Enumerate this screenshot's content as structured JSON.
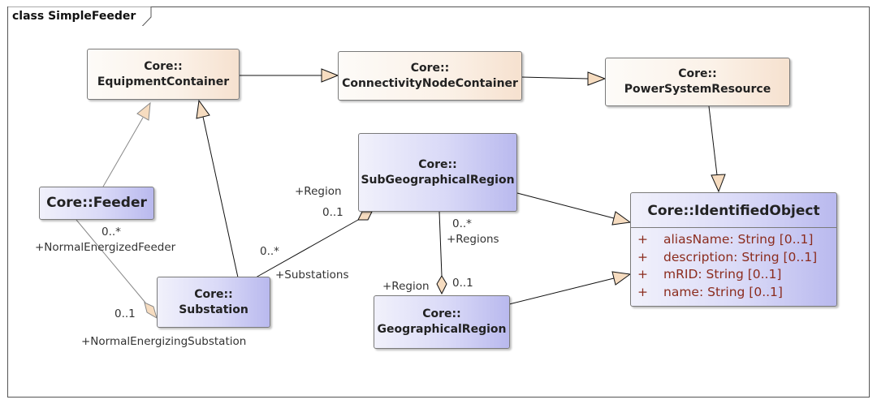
{
  "diagram": {
    "title": "class SimpleFeeder",
    "classes": {
      "equipment_container": {
        "line1": "Core::",
        "line2": "EquipmentContainer"
      },
      "connectivity_node_container": {
        "line1": "Core::",
        "line2": "ConnectivityNodeContainer"
      },
      "power_system_resource": {
        "line1": "Core::",
        "line2": "PowerSystemResource"
      },
      "sub_geographical_region": {
        "line1": "Core::",
        "line2": "SubGeographicalRegion"
      },
      "feeder": {
        "name": "Core::Feeder"
      },
      "substation": {
        "line1": "Core::",
        "line2": "Substation"
      },
      "geographical_region": {
        "line1": "Core::",
        "line2": "GeographicalRegion"
      },
      "identified_object": {
        "name": "Core::IdentifiedObject",
        "attributes": [
          {
            "visibility": "+",
            "text": "aliasName: String [0..1]"
          },
          {
            "visibility": "+",
            "text": "description: String [0..1]"
          },
          {
            "visibility": "+",
            "text": "mRID: String [0..1]"
          },
          {
            "visibility": "+",
            "text": "name: String [0..1]"
          }
        ]
      }
    },
    "labels": {
      "feeder_multiplicity": "0..*",
      "normal_energized_feeder": "+NormalEnergizedFeeder",
      "substation_multiplicity_a": "0..1",
      "normal_energizing_substation": "+NormalEnergizingSubstation",
      "region_role_a": "+Region",
      "region_multiplicity_a": "0..1",
      "substations_multiplicity": "0..*",
      "substations_role": "+Substations",
      "regions_multiplicity": "0..*",
      "regions_role": "+Regions",
      "region_role_b": "+Region",
      "region_multiplicity_b": "0..1"
    },
    "colors": {
      "line": "#111111",
      "inheritance_fill": "#f6dcc0",
      "aggregation_fill": "#f6dcc0"
    }
  }
}
